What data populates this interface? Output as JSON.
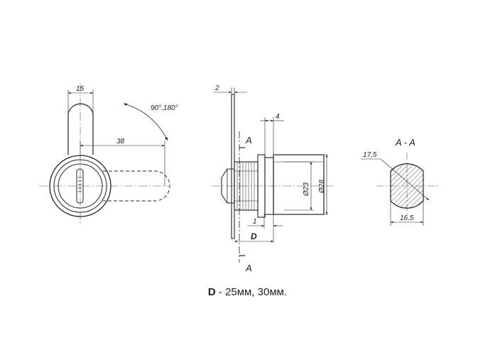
{
  "dimensions": {
    "width_15": "15",
    "length_38": "38",
    "rotation": "90°,180°",
    "plate_2": "2",
    "flange_4": "4",
    "dia_23": "Ø23",
    "dia_28": "Ø28",
    "gap_1": "1",
    "d_label": "D",
    "section_a_top": "A",
    "section_a_bottom": "A",
    "diag_17_5": "17,5",
    "width_16_5": "16,5"
  },
  "section_title": "A - A",
  "caption": {
    "bold": "D",
    "text": " - 25мм, 30мм."
  },
  "colors": {
    "line": "#222222",
    "centerline": "#555555"
  }
}
